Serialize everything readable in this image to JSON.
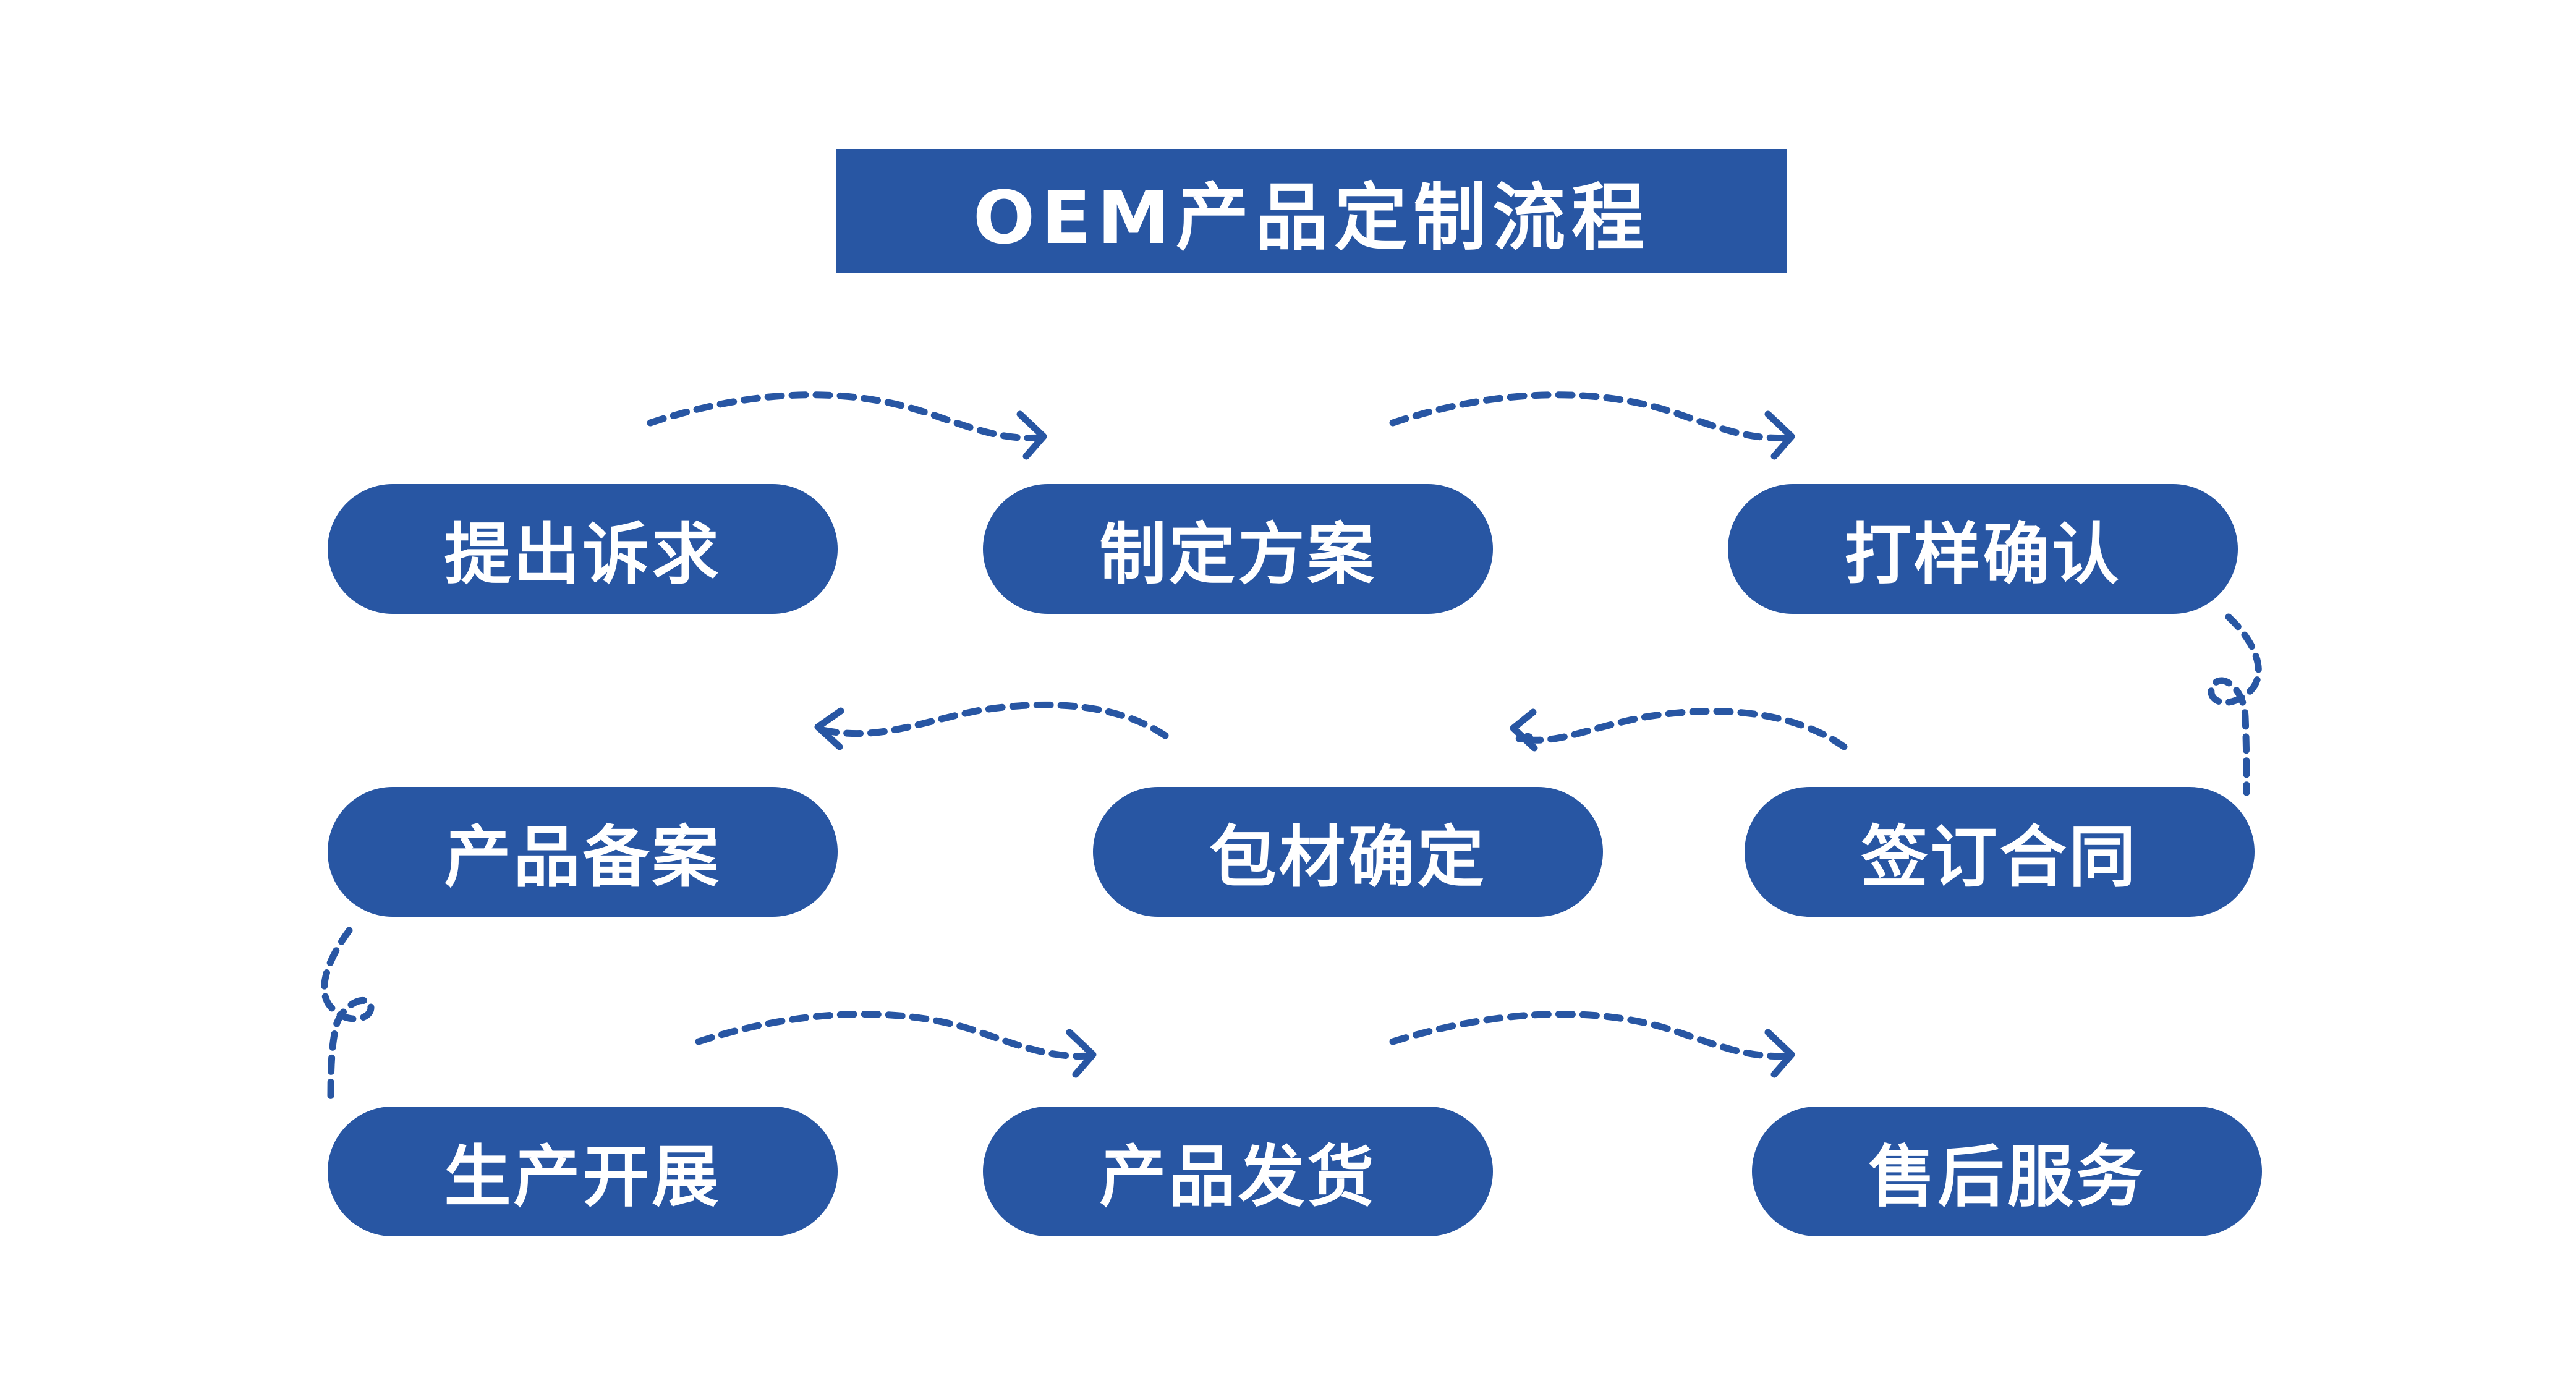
{
  "title": "OEM产品定制流程",
  "colors": {
    "primary": "#2856a3",
    "text_on_primary": "#ffffff",
    "background": "#ffffff"
  },
  "steps": [
    {
      "label": "提出诉求"
    },
    {
      "label": "制定方案"
    },
    {
      "label": "打样确认"
    },
    {
      "label": "签订合同"
    },
    {
      "label": "包材确定"
    },
    {
      "label": "产品备案"
    },
    {
      "label": "生产开展"
    },
    {
      "label": "产品发货"
    },
    {
      "label": "售后服务"
    }
  ]
}
